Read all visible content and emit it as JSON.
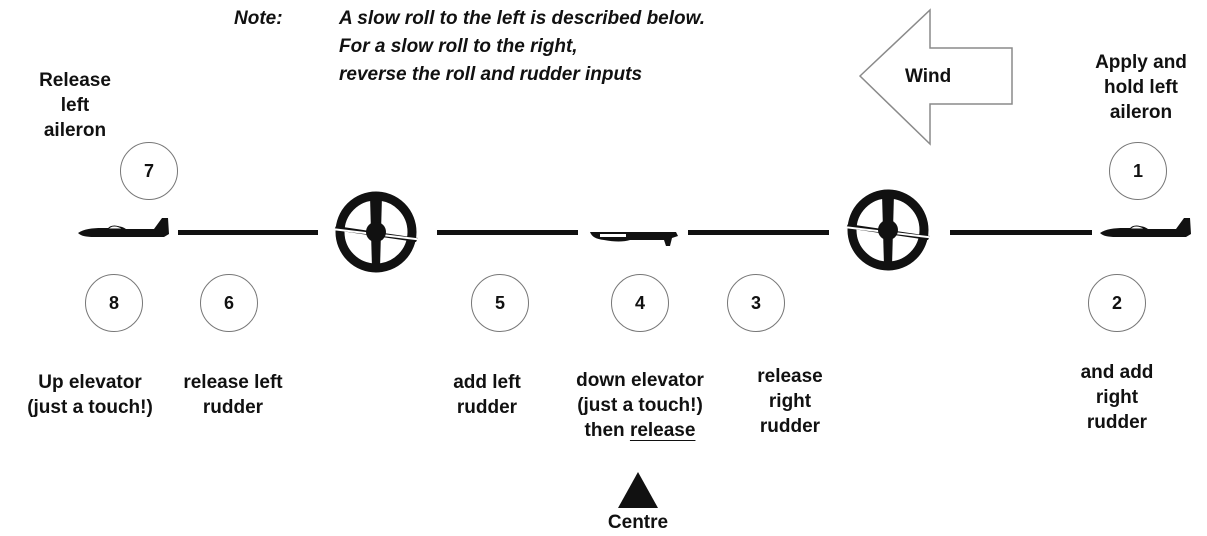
{
  "note": {
    "label": "Note:",
    "lines": [
      "A slow roll to the left is described below.",
      "For a slow roll to the right,",
      "reverse the roll and rudder inputs"
    ]
  },
  "wind_label": "Wind",
  "steps": [
    {
      "num": "1",
      "text_lines": [
        "Apply and",
        "hold left",
        "aileron"
      ]
    },
    {
      "num": "2",
      "text_lines": [
        "and add",
        "right",
        "rudder"
      ]
    },
    {
      "num": "3",
      "text_lines": [
        "release",
        "right",
        "rudder"
      ]
    },
    {
      "num": "4",
      "text_lines": [
        "down elevator",
        "(just a touch!)"
      ],
      "then": "then",
      "release": "release"
    },
    {
      "num": "5",
      "text_lines": [
        "add left",
        "rudder"
      ]
    },
    {
      "num": "6",
      "text_lines": [
        "release left",
        "rudder"
      ]
    },
    {
      "num": "7",
      "text_lines": [
        "Release",
        "left",
        "aileron"
      ]
    },
    {
      "num": "8",
      "text_lines": [
        "Up elevator",
        "(just a touch!)"
      ]
    }
  ],
  "centre_label": "Centre",
  "colors": {
    "ink": "#111111",
    "circle_border": "#777777",
    "arrow_outline": "#8a8a8a"
  }
}
